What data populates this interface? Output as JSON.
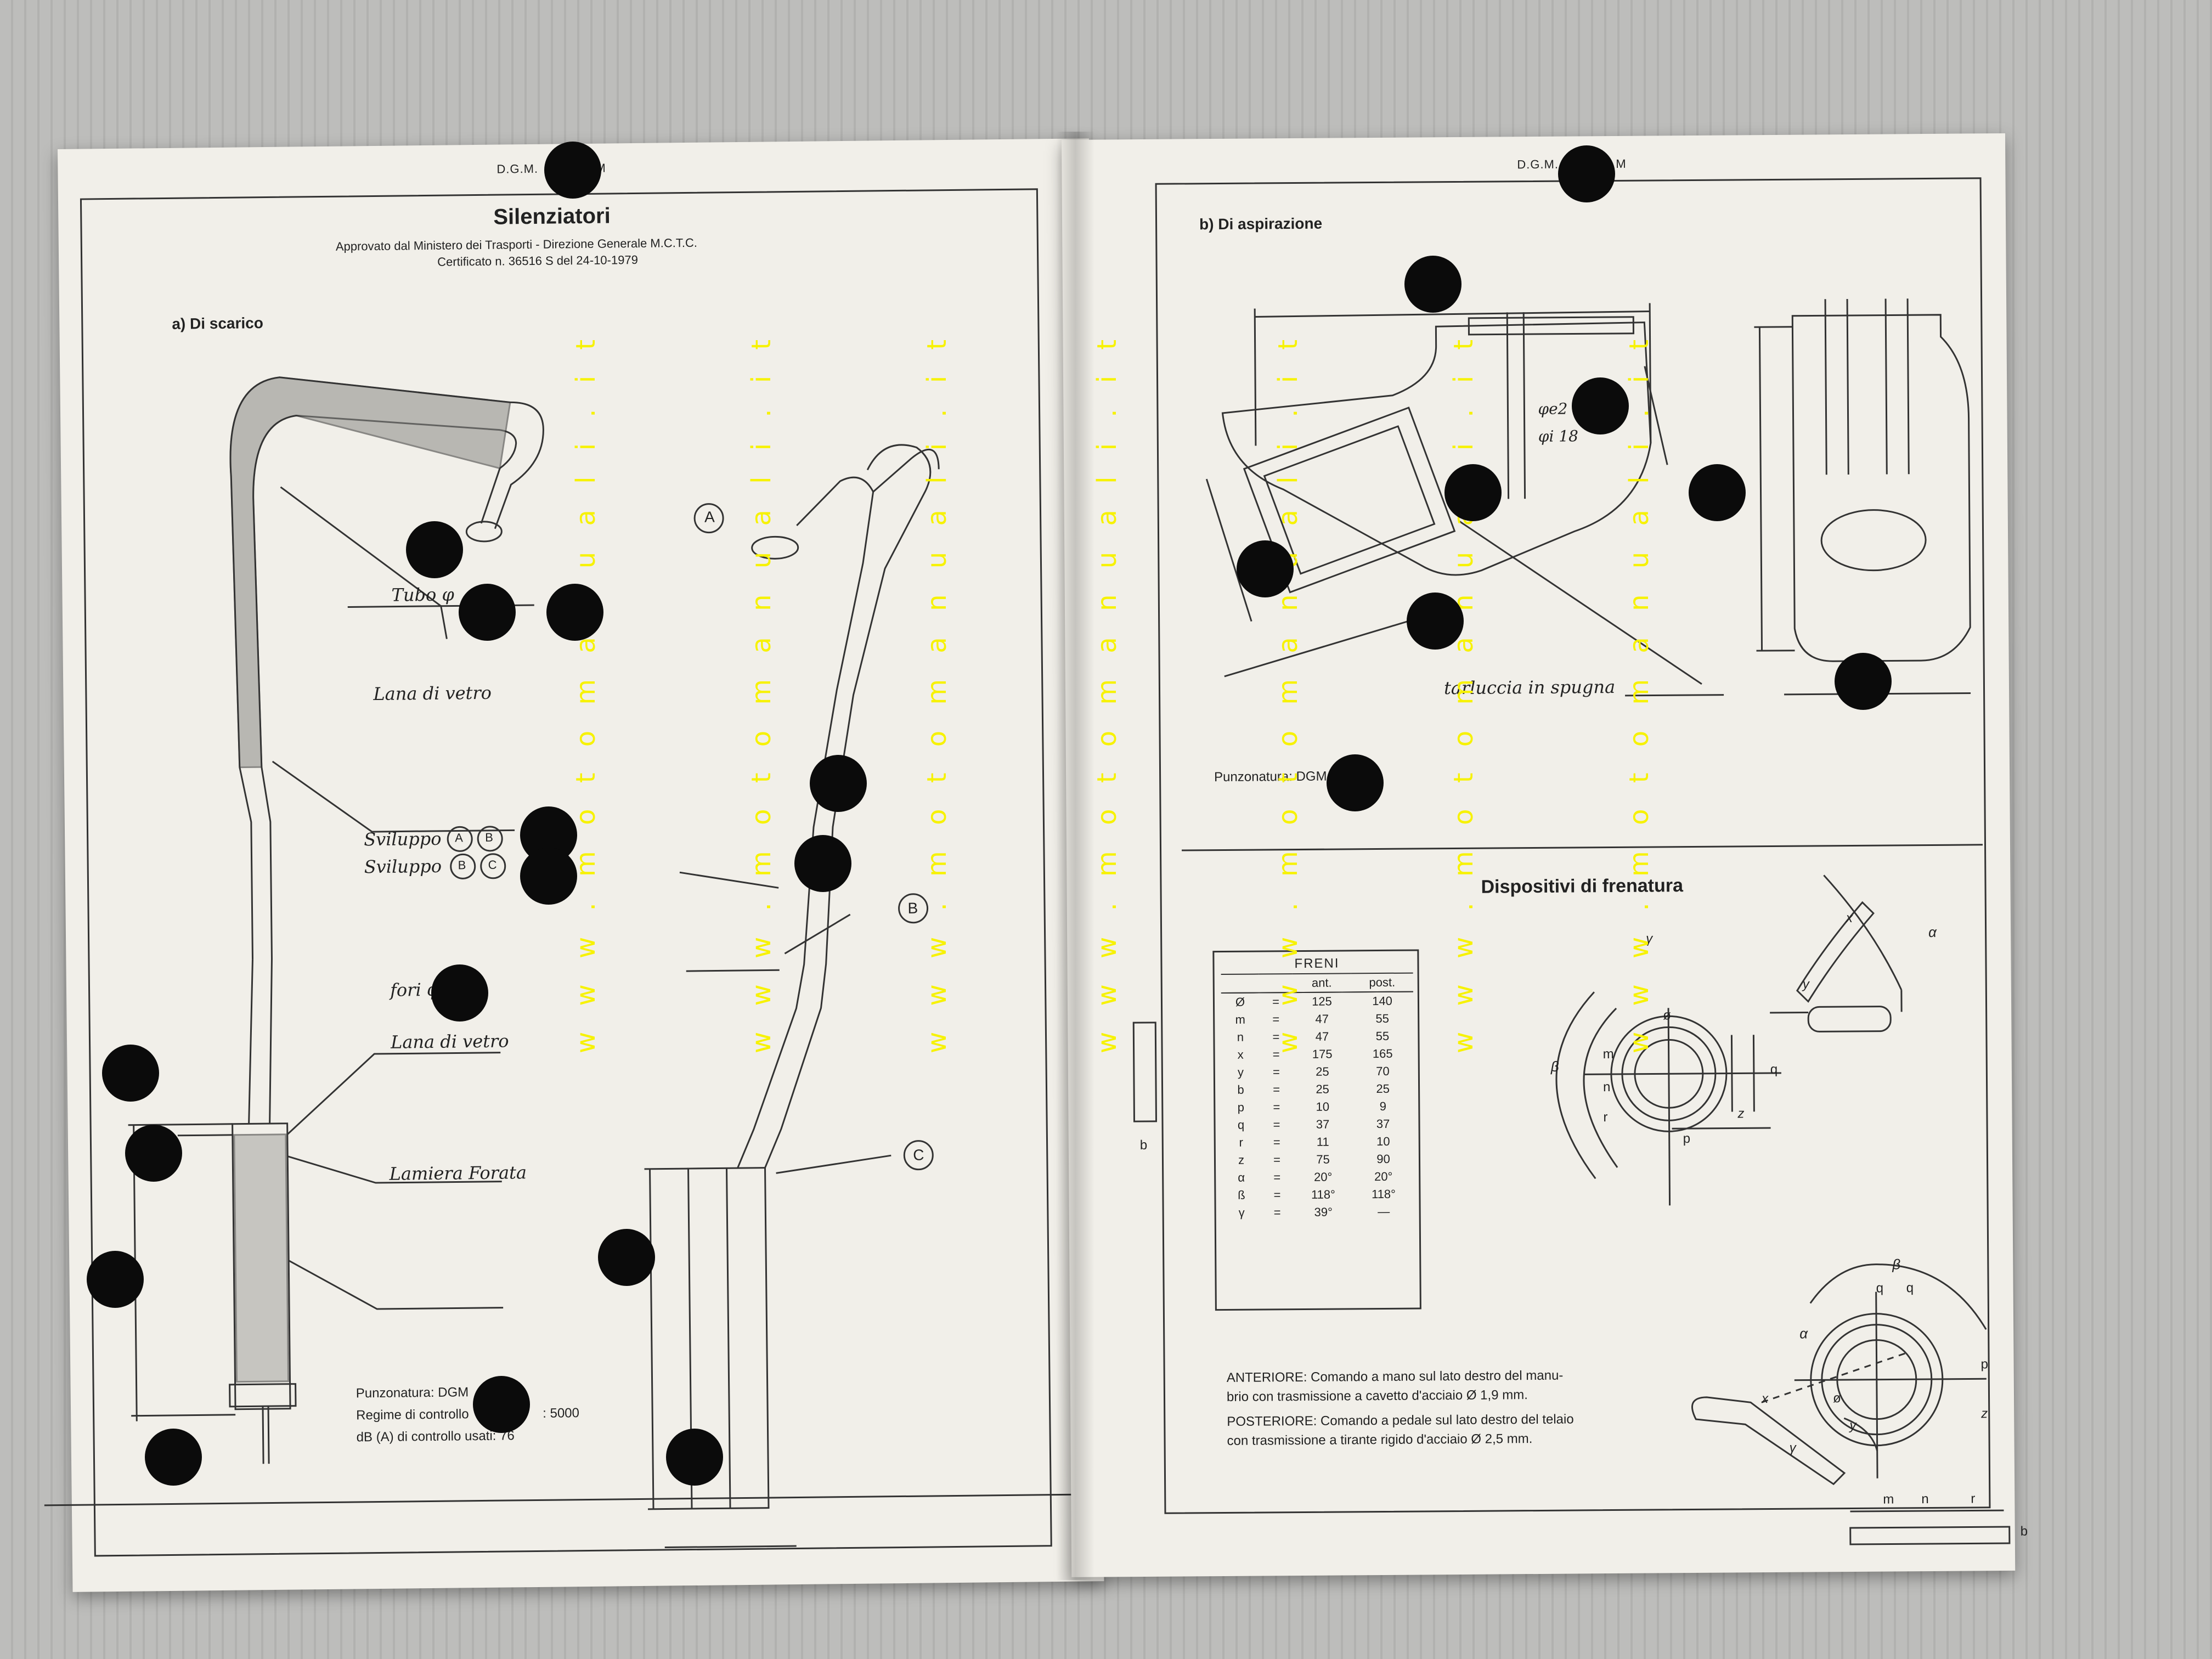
{
  "left_page": {
    "header_code": "D.G.M.",
    "header_code_tail": "M",
    "title": "Silenziatori",
    "approval_line": "Approvato dal Ministero dei Trasporti - Direzione Generale M.C.T.C.",
    "certificate_line": "Certificato n. 36516 S del 24-10-1979",
    "section": "a) Di scarico",
    "labels": {
      "tubo": "Tubo φ",
      "lana_top": "Lana di vetro",
      "sviluppo_ab": "Sviluppo",
      "sviluppo_bc": "Sviluppo",
      "fori": "fori φ",
      "lana_bottom": "Lana di vetro",
      "lamiera": "Lamiera Forata",
      "point_a": "A",
      "point_b": "B",
      "point_c": "C",
      "circ_a": "A",
      "circ_b": "B",
      "circ_c": "C",
      "circ_b2": "B"
    },
    "specs": {
      "punzonatura": "Punzonatura: DGM",
      "regime": "Regime di controllo",
      "regime_value": ": 5000",
      "db": "dB (A) di controllo usati: 76"
    }
  },
  "right_page": {
    "header_code": "D.G.M.",
    "header_code_tail": "M",
    "section_b": "b) Di aspirazione",
    "label_phi1": "φe2",
    "label_phi2": "φi 18",
    "label_spugna": "tarluccia in spugna",
    "punzonatura": "Punzonatura: DGM",
    "brakes_title": "Dispositivi di frenatura",
    "brakes_title_tail": "enatura",
    "table": {
      "title": "FRENI",
      "col_ant": "ant.",
      "col_post": "post.",
      "rows": [
        {
          "sym": "Ø",
          "eq": "=",
          "ant": "125",
          "post": "140"
        },
        {
          "sym": "m",
          "eq": "=",
          "ant": "47",
          "post": "55"
        },
        {
          "sym": "n",
          "eq": "=",
          "ant": "47",
          "post": "55"
        },
        {
          "sym": "x",
          "eq": "=",
          "ant": "175",
          "post": "165"
        },
        {
          "sym": "y",
          "eq": "=",
          "ant": "25",
          "post": "70"
        },
        {
          "sym": "b",
          "eq": "=",
          "ant": "25",
          "post": "25"
        },
        {
          "sym": "p",
          "eq": "=",
          "ant": "10",
          "post": "9"
        },
        {
          "sym": "q",
          "eq": "=",
          "ant": "37",
          "post": "37"
        },
        {
          "sym": "r",
          "eq": "=",
          "ant": "11",
          "post": "10"
        },
        {
          "sym": "z",
          "eq": "=",
          "ant": "75",
          "post": "90"
        },
        {
          "sym": "α",
          "eq": "=",
          "ant": "20°",
          "post": "20°"
        },
        {
          "sym": "ß",
          "eq": "=",
          "ant": "118°",
          "post": "118°"
        },
        {
          "sym": "γ",
          "eq": "=",
          "ant": "39°",
          "post": "—"
        }
      ]
    },
    "anteriore_1": "ANTERIORE: Comando a mano sul lato destro del manu-",
    "anteriore_2": "brio con trasmissione a cavetto d'acciaio Ø 1,9 mm.",
    "posteriore_1": "POSTERIORE: Comando a pedale sul lato destro del telaio",
    "posteriore_2": "con trasmissione a tirante rigido d'acciaio Ø 2,5 mm.",
    "dim_labels": {
      "phi": "ø",
      "beta": "β",
      "m": "m",
      "n": "n",
      "r": "r",
      "b": "b",
      "p": "p",
      "q": "q",
      "z": "z",
      "x": "x",
      "y": "y",
      "alpha": "α",
      "gamma": "γ",
      "beta2": "β",
      "m2": "m",
      "n2": "n",
      "r2": "r",
      "b2": "b",
      "q2": "q",
      "q3": "q",
      "p2": "p",
      "z2": "z",
      "x2": "x",
      "y2": "y",
      "alpha2": "α",
      "gamma2": "γ",
      "phi2": "ø"
    }
  },
  "watermark": "w w w . m o t o m a n u a l i . i t",
  "colors": {
    "paper": "#f1efe9",
    "ink": "#222222",
    "watermark": "#f7f200",
    "background": "#b9b9b7"
  }
}
